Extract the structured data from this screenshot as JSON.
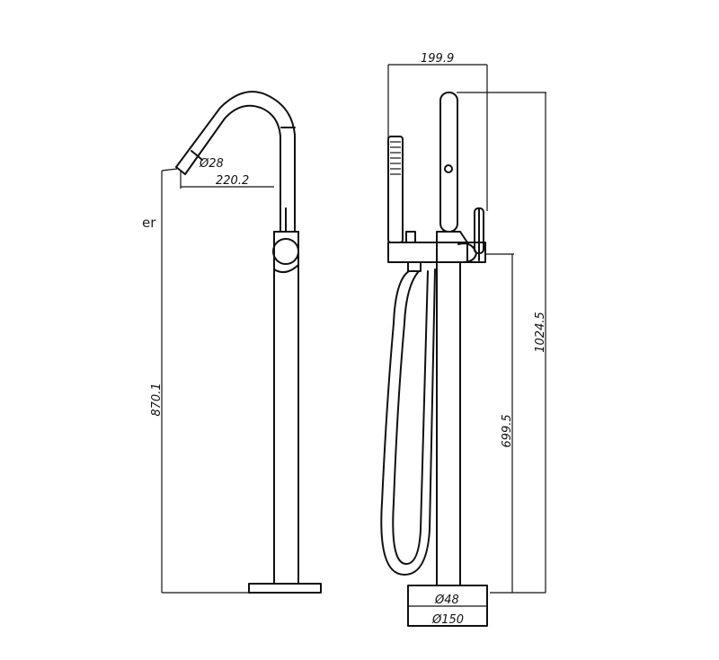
{
  "labels": {
    "cut_text": "er",
    "spout_diameter": "Ø28",
    "spout_reach": "220.2",
    "height_left": "870.1",
    "width_top": "199.9",
    "total_height": "1024.5",
    "handset_height": "699.5",
    "pipe_diameter": "Ø48",
    "base_diameter": "Ø150"
  }
}
